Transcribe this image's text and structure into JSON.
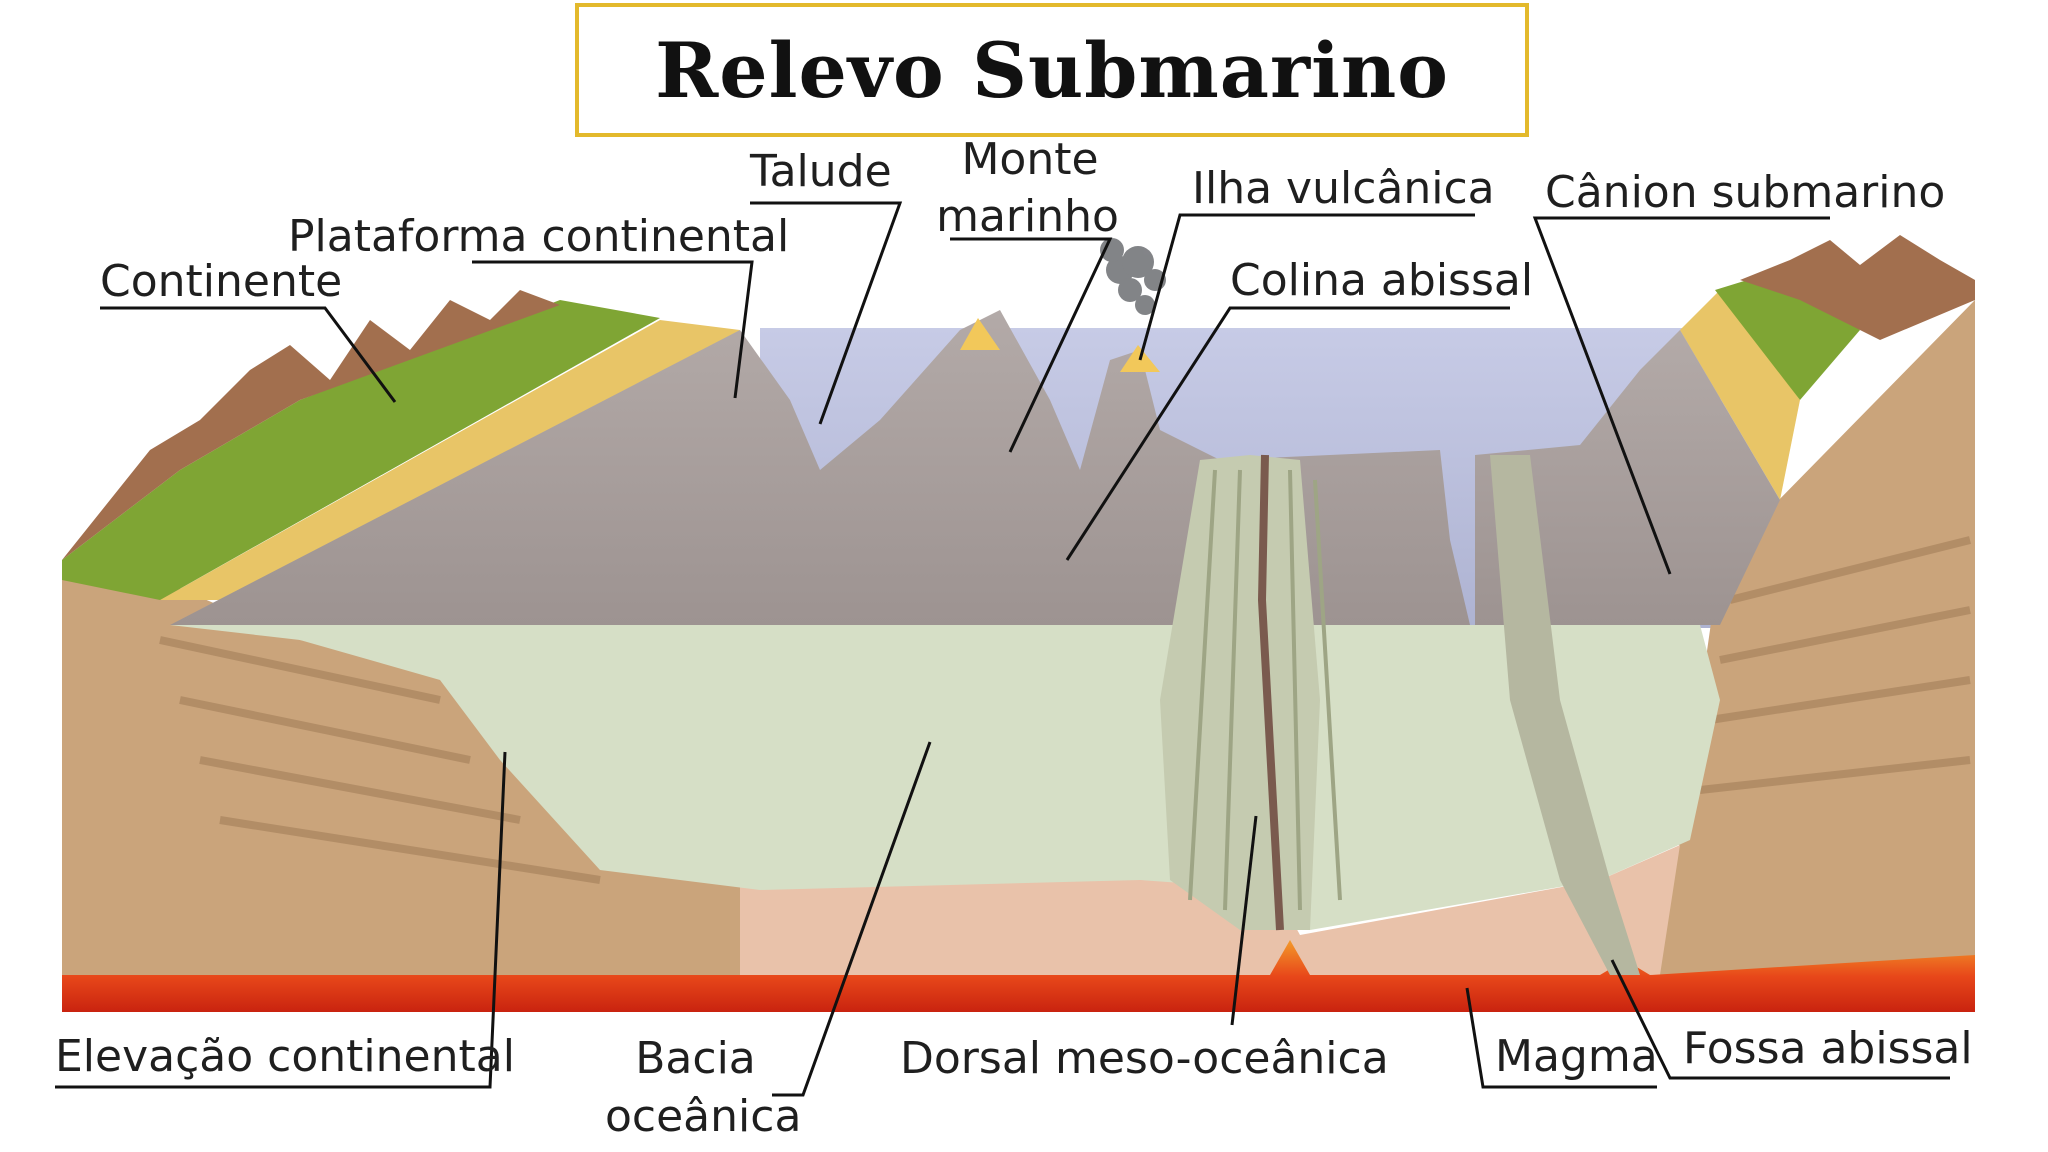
{
  "title": "Relevo Submarino",
  "labels": {
    "continente": "Continente",
    "plataforma": "Plataforma continental",
    "talude": "Talude",
    "monte_l1": "Monte",
    "monte_l2": "marinho",
    "ilha": "Ilha vulcânica",
    "colina": "Colina abissal",
    "canion": "Cânion submarino",
    "elevacao": "Elevação continental",
    "bacia_l1": "Bacia",
    "bacia_l2": "oceânica",
    "dorsal": "Dorsal meso-oceânica",
    "magma": "Magma",
    "fossa": "Fossa abissal"
  },
  "colors": {
    "title_border": "#e3b92c",
    "water": "#b9bfdc",
    "seafloor_gray": "#a69c9c",
    "deep_floor": "#d6dfc6",
    "crust": "#caa47b",
    "mantle_pink": "#e9c2aa",
    "magma": "#e84a1a",
    "vegetation": "#7fa534",
    "sand": "#e8c567"
  }
}
